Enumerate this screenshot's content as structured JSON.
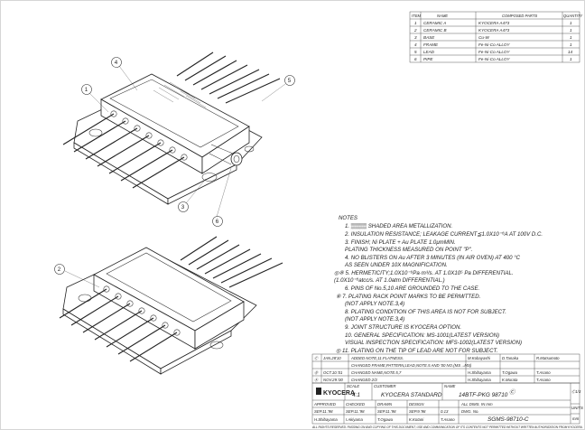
{
  "bom": {
    "headers": [
      "ITEM",
      "NAME",
      "COMPOSED PARTS",
      "QUANTITY"
    ],
    "rows": [
      [
        "1",
        "CERAMIC A",
        "KYOCERA A473",
        "1"
      ],
      [
        "2",
        "CERAMIC B",
        "KYOCERA A473",
        "1"
      ],
      [
        "3",
        "BASE",
        "Cu-W",
        "1"
      ],
      [
        "4",
        "FRAME",
        "Fe-Ni-Co ALLOY",
        "1"
      ],
      [
        "5",
        "LEAD",
        "Fe-Ni-Co ALLOY",
        "14"
      ],
      [
        "6",
        "PIPE",
        "Fe-Ni-Co ALLOY",
        "1"
      ]
    ]
  },
  "callouts": [
    "1",
    "2",
    "3",
    "4",
    "5",
    "6"
  ],
  "notes": {
    "title": "NOTES",
    "items": [
      "1.  ▒▒▒▒ SHADED AREA METALLIZATION.",
      "2.  INSULATION RESISTANCE; LEAKAGE CURRENT≦1.0X10⁻⁸A AT 100V D.C.",
      "3.  FINISH; Ni PLATE + Au PLATE 1.0μmMIN.",
      "      PLATING THICKNESS MEASURED ON POINT \"P\".",
      "4.  NO BLISTERS ON Au AFTER 3 MINUTES (IN AIR OVEN) AT 400 °C",
      "      AS SEEN UNDER 10X MAGNIFICATION.",
      "◎⑧ 5.  HERMETICITY;1.0X10⁻⁹Pa·m³/s. AT 1.0X10⁵ Pa DIFFERENTIAL.",
      "            (1.0X10⁻⁸atcc/s. AT 1.0atm DIFFERENTIAL.)",
      "6.  PINS OF No.5,10 ARE GROUNDED TO THE CASE.",
      "⑧ 7.  PLATING RACK POINT MARKS TO BE PERMITTED.",
      "      (NOT APPLY NOTE.3,4)",
      "8.  PLATING CONDITION OF THIS AREA IS NOT FOR SUBJECT.",
      "      (NOT APPLY NOTE.3,4)",
      "9.  JOINT STRUCTURE IS KYOCERA OPTION.",
      "10. GENERAL SPECIFICATION: MS-1001(LATEST VERSION)",
      "      VISUAL INSPECTION SPECIFICATION: MFS-1002(LATEST VERSION)",
      "◎ 11. PLATING ON THE TIP OF LEAD ARE NOT FOR SUBJECT."
    ]
  },
  "revisions": [
    {
      "mark": "Ⓒ",
      "date": "JAN.28'10",
      "desc": "ADDED NOTE,11.FLATNESS.",
      "drawn": "M.Kobayashi",
      "checked": "D.Tanaka",
      "approved": "R.Matsumoto"
    },
    {
      "mark": "Ⓑ",
      "date": "OCT.10.'01",
      "desc": "CHANGED NAME,NOTE.5,7",
      "drawn": "H.Shibayama",
      "checked": "T.Ogawa",
      "approved": "T.Asano"
    },
    {
      "mark": "Ⓐ",
      "date": "NOV.29.'00",
      "desc": "CHANGED 2/3",
      "drawn": "H.Shibayama",
      "checked": "K.Murata",
      "approved": "T.Asano"
    }
  ],
  "revision_extra": "CHANGED FRAME,PATTERN,LEAD,NOTE.5 AND '00 NO.(MS→MS)",
  "title_block": {
    "logo": "KYOCERA",
    "scale_label": "SCALE",
    "scale": "4:1",
    "customer_label": "CUSTOMER",
    "customer": "KYOCERA STANDARD",
    "name_label": "NAME",
    "name": "14BTF-PKG 98710",
    "name_rev": "Ⓒ",
    "dwg_no_label": "DWG. No.",
    "dwg_no": "SGMS-98710-C",
    "unit_label": "UNITS",
    "unit": "mm",
    "sheet": "Ⓒ1/3",
    "approved_label": "APPROVED",
    "checked_label": "CHECKED",
    "drawn_label": "DRAWN",
    "design_label": "DESIGN",
    "approved_date": "SEP.11.'98",
    "checked_date": "SEP.11.'98",
    "drawn_date": "SEP.11.'98",
    "design_date": "SEP.9.'98",
    "approved_by": "H.Shibayama",
    "checked_by": "I.Akiyama",
    "drawn_by": "T.Ogawa",
    "design_by": "K.Kotani",
    "extra_by": "T.Asano",
    "scale_unit": "0.13",
    "tolerance": "ALL DIMS. IN mm",
    "footer": "ALL RIGHTS RESERVED. PASSING ON AND COPYING OF THIS DOCUMENT, USE AND COMMUNICATION OF ITS CONTENTS NOT PERMITTED WITHOUT WRITTEN AUTHORIZATION FROM KYOCERA."
  }
}
